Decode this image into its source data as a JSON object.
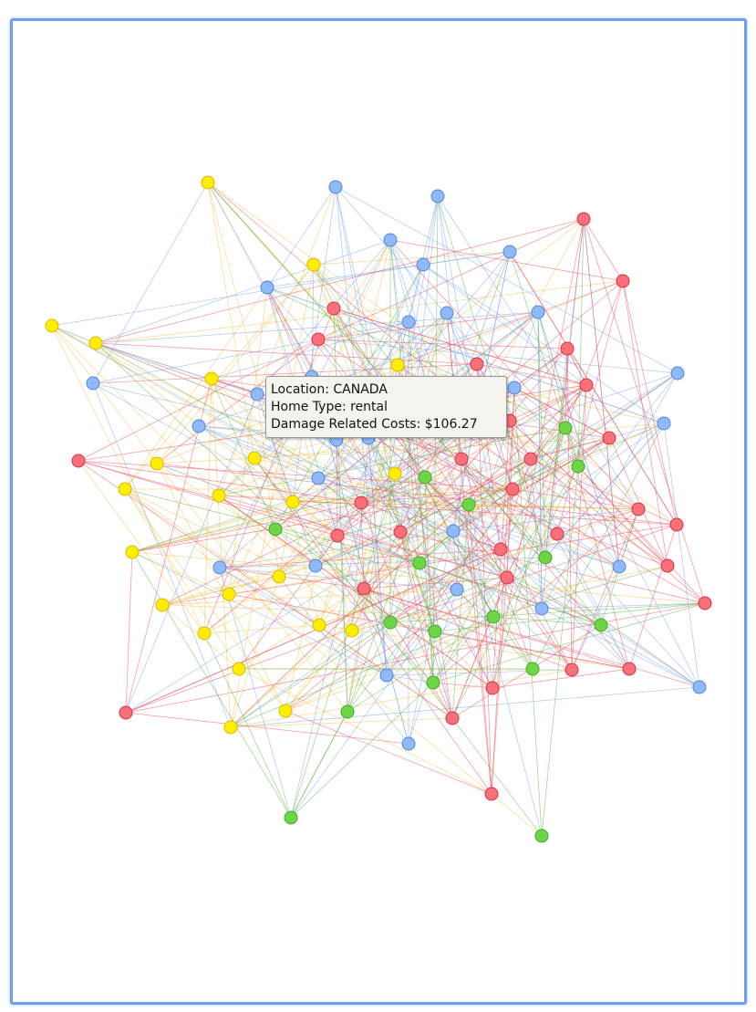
{
  "groups": {
    "yellow": {
      "fill": "#ffee00",
      "stroke": "#d8b800",
      "edge": "#f5c040"
    },
    "blue": {
      "fill": "#8fbaf7",
      "stroke": "#4f86e0",
      "edge": "#7aa6ec"
    },
    "red": {
      "fill": "#f7707a",
      "stroke": "#dc3040",
      "edge": "#ee4f63"
    },
    "green": {
      "fill": "#6dd646",
      "stroke": "#45a82a",
      "edge": "#5cb840"
    }
  },
  "node_groups": [
    "yellow",
    "yellow",
    "yellow",
    "yellow",
    "yellow",
    "yellow",
    "yellow",
    "yellow",
    "yellow",
    "yellow",
    "yellow",
    "yellow",
    "yellow",
    "yellow",
    "yellow",
    "yellow",
    "yellow",
    "yellow",
    "yellow",
    "yellow",
    "yellow",
    "yellow",
    "blue",
    "blue",
    "blue",
    "blue",
    "blue",
    "blue",
    "blue",
    "blue",
    "blue",
    "blue",
    "blue",
    "blue",
    "blue",
    "blue",
    "blue",
    "blue",
    "blue",
    "blue",
    "blue",
    "blue",
    "blue",
    "blue",
    "blue",
    "blue",
    "blue",
    "blue",
    "blue",
    "blue",
    "red",
    "red",
    "red",
    "red",
    "red",
    "red",
    "red",
    "red",
    "red",
    "red",
    "red",
    "red",
    "red",
    "red",
    "red",
    "red",
    "red",
    "red",
    "red",
    "red",
    "red",
    "red",
    "red",
    "red",
    "red",
    "red",
    "red",
    "red",
    "red",
    "red",
    "green",
    "green",
    "green",
    "green",
    "green",
    "green",
    "green",
    "green",
    "green",
    "green",
    "green",
    "green",
    "green",
    "green",
    "green",
    "green"
  ],
  "tooltip": {
    "location": "Location: CANADA",
    "home_type": "Home Type: rental",
    "damage_costs": "Damage Related Costs: $106.27"
  },
  "frame_color": "#6d9ff0"
}
